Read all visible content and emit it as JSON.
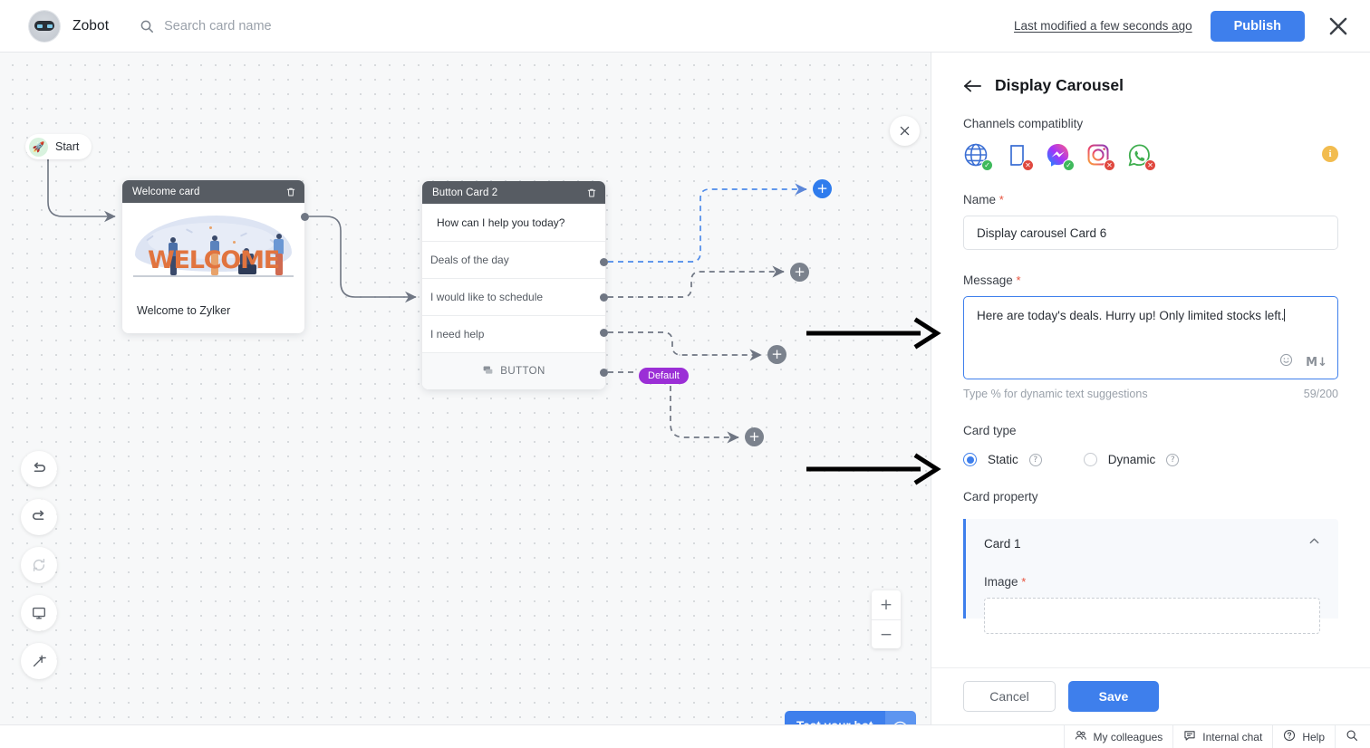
{
  "topbar": {
    "brand_name": "Zobot",
    "search_placeholder": "Search card name",
    "last_modified": "Last modified a few seconds ago",
    "publish_label": "Publish",
    "close_icon": "close-icon",
    "search_icon": "search-icon",
    "accent_color": "#3e7fec"
  },
  "canvas": {
    "start_label": "Start",
    "start_icon": "rocket-icon",
    "close_icon": "close-icon",
    "welcome_card": {
      "title": "Welcome card",
      "illustration_word": "WELCOME",
      "body": "Welcome to Zylker",
      "delete_icon": "trash-icon"
    },
    "button_card": {
      "title": "Button Card 2",
      "question": "How can I help you today?",
      "options": [
        "Deals of the day",
        "I would like to schedule",
        "I need help"
      ],
      "button_label": "BUTTON",
      "button_icon": "button-card-icon",
      "delete_icon": "trash-icon"
    },
    "default_pill": "Default",
    "plus_nodes": [
      "+",
      "+",
      "+",
      "+"
    ],
    "tools": [
      {
        "name": "undo-icon",
        "label": "Undo",
        "disabled": false
      },
      {
        "name": "redo-icon",
        "label": "Redo",
        "disabled": false
      },
      {
        "name": "reset-icon",
        "label": "Reset",
        "disabled": true
      },
      {
        "name": "preview-screen-icon",
        "label": "Preview",
        "disabled": false
      },
      {
        "name": "magic-wand-icon",
        "label": "Auto arrange",
        "disabled": false
      }
    ],
    "zoom": {
      "in_label": "+",
      "out_label": "−"
    },
    "test_bot": {
      "label": "Test your bot",
      "icon": "eye-icon"
    }
  },
  "panel": {
    "title": "Display Carousel",
    "back_icon": "back-arrow-icon",
    "channels_label": "Channels compatiblity",
    "channels": [
      {
        "name": "website-channel-icon",
        "label": "Website",
        "supported": true
      },
      {
        "name": "mobile-channel-icon",
        "label": "Mobile",
        "supported": false
      },
      {
        "name": "messenger-channel-icon",
        "label": "Facebook Messenger",
        "supported": true
      },
      {
        "name": "instagram-channel-icon",
        "label": "Instagram",
        "supported": false
      },
      {
        "name": "whatsapp-channel-icon",
        "label": "WhatsApp",
        "supported": false
      }
    ],
    "info_badge": "i",
    "name_label": "Name",
    "name_value": "Display carousel Card 6",
    "message_label": "Message",
    "message_value": "Here are today's deals. Hurry up! Only limited stocks left.",
    "message_hint": "Type % for dynamic text suggestions",
    "message_count": "59/200",
    "emoji_icon": "emoji-icon",
    "markdown_icon": "markdown-icon",
    "card_type_label": "Card type",
    "card_type_options": [
      {
        "label": "Static",
        "selected": true
      },
      {
        "label": "Dynamic",
        "selected": false
      }
    ],
    "card_property_label": "Card property",
    "card_1_title": "Card 1",
    "card_1_collapse_icon": "chevron-up-icon",
    "image_label": "Image",
    "cancel_label": "Cancel",
    "save_label": "Save",
    "required_mark": "*"
  },
  "bottombar": {
    "items": [
      {
        "label": "My colleagues",
        "icon": "people-icon"
      },
      {
        "label": "Internal chat",
        "icon": "chat-icon"
      },
      {
        "label": "Help",
        "icon": "question-icon"
      }
    ],
    "search_icon": "search-icon"
  }
}
